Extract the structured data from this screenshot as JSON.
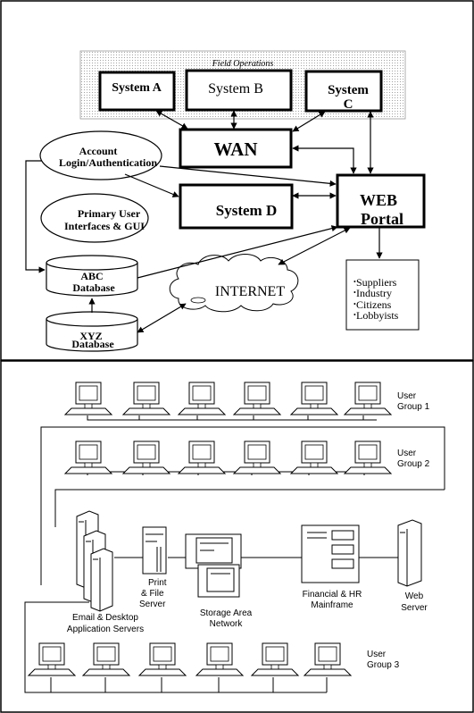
{
  "top": {
    "field_ops_label": "Field Operations",
    "system_a": "System A",
    "system_b": "System B",
    "system_c_1": "System",
    "system_c_2": "C",
    "wan": "WAN",
    "system_d": "System D",
    "web_portal_1": "WEB",
    "web_portal_2": "Portal",
    "account_1": "Account",
    "account_2": "Login/Authentication",
    "primary_1": "Primary User",
    "primary_2": "Interfaces & GUI",
    "abc_1": "ABC",
    "abc_2": "Database",
    "xyz_1": "XYZ",
    "xyz_2": "Database",
    "internet": "INTERNET",
    "stakeholders": [
      "Suppliers",
      "Industry",
      "Citizens",
      "Lobbyists"
    ]
  },
  "bottom": {
    "user_group_1": [
      "User",
      "Group 1"
    ],
    "user_group_2": [
      "User",
      "Group 2"
    ],
    "user_group_3": [
      "User",
      "Group 3"
    ],
    "print_server": [
      "Print",
      "& File",
      "Server"
    ],
    "storage": [
      "Storage Area",
      "Network"
    ],
    "mainframe": [
      "Financial & HR",
      "Mainframe"
    ],
    "web_server": [
      "Web",
      "Server"
    ],
    "email_servers": [
      "Email & Desktop",
      "Application Servers"
    ]
  }
}
